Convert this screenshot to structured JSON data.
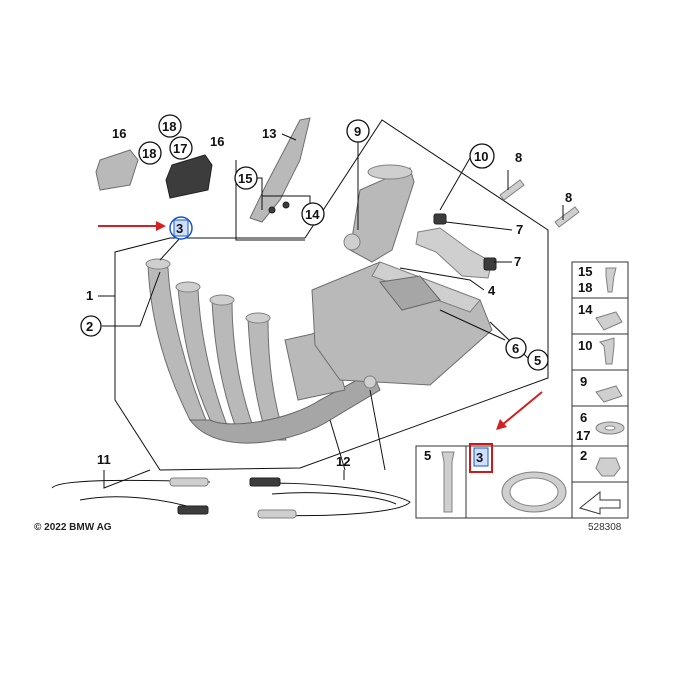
{
  "diagram": {
    "copyright": "© 2022 BMW AG",
    "diagram_number": "528308",
    "callouts": {
      "c1": "1",
      "c2": "2",
      "c3": "3",
      "c4": "4",
      "c5": "5",
      "c6": "6",
      "c7a": "7",
      "c7b": "7",
      "c8a": "8",
      "c8b": "8",
      "c9": "9",
      "c10": "10",
      "c11": "11",
      "c12": "12",
      "c13": "13",
      "c14": "14",
      "c15": "15",
      "c16a": "16",
      "c16b": "16",
      "c17": "17",
      "c18a": "18",
      "c18b": "18"
    },
    "legend": {
      "p15": "15",
      "p18": "18",
      "p14": "14",
      "p10": "10",
      "p9": "9",
      "p6": "6",
      "p17": "17",
      "p2": "2"
    },
    "detail_box": {
      "p5": "5",
      "p3": "3"
    },
    "highlight_colors": {
      "arrow": "#d42020",
      "circle_highlight": "#1a56c8",
      "box_highlight": "#cc1a1a"
    }
  }
}
